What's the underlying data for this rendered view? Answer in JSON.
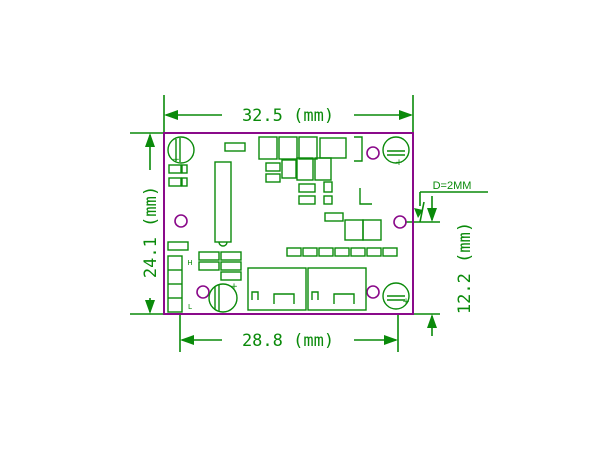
{
  "dimensions": {
    "top_width": "32.5 (mm)",
    "bottom_width": "28.8 (mm)",
    "left_height": "24.1 (mm)",
    "right_height": "12.2 (mm)",
    "hole_diameter": "D=2MM"
  },
  "board_marks": {
    "pin_h": "H",
    "pin_l": "L",
    "plus": "+"
  },
  "colors": {
    "dimension": "#0a8a0a",
    "outline": "#8a0a8a",
    "background": "#ffffff"
  }
}
